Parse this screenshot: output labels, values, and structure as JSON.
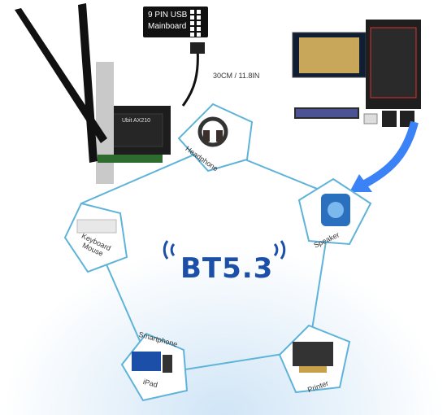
{
  "usb_label": {
    "line1": "9 PIN USB",
    "line2": "Mainboard"
  },
  "cable_length": "30CM / 11.8IN",
  "card_brand": "Ubit AX210",
  "bt_version": "BT5.3",
  "devices": {
    "headphone": "Headphone",
    "speaker": "Speaker",
    "printer": "Printer",
    "keyboard_line1": "Keyboard",
    "keyboard_line2": "Mouse",
    "smartphone_line1": "Smartphone",
    "smartphone_line2": "iPad"
  },
  "colors": {
    "accent": "#1b4fa8",
    "line": "#5fb3d9",
    "arrow": "#3b82f6"
  }
}
